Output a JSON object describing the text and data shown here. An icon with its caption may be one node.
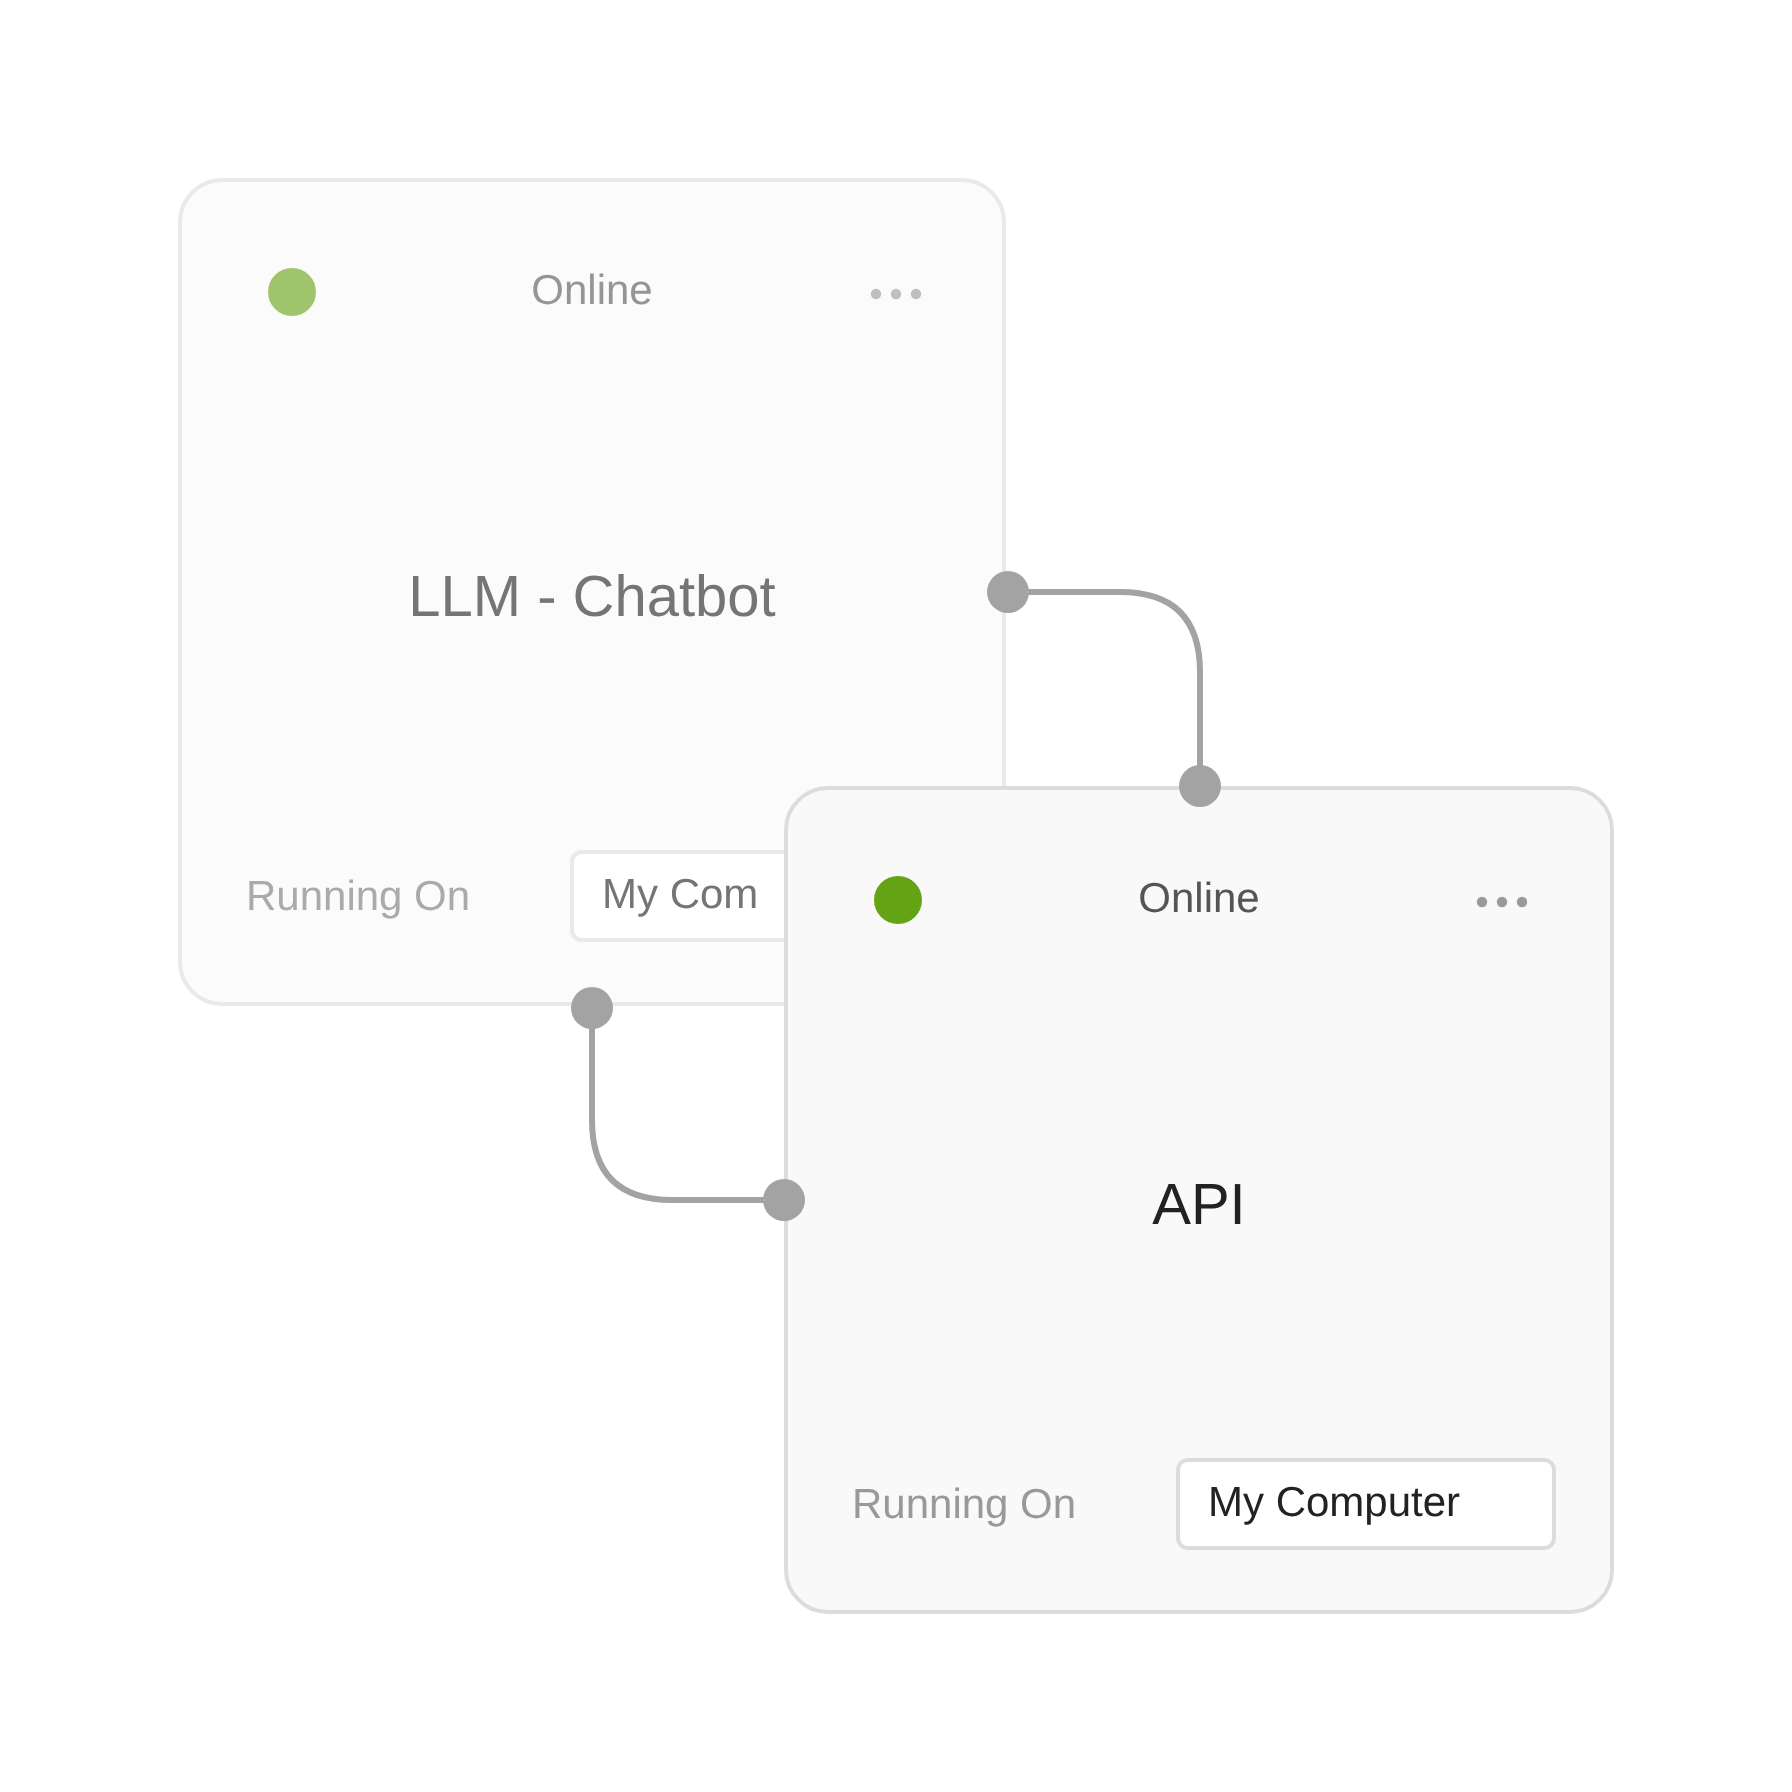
{
  "diagram": {
    "nodes": [
      {
        "text": [
          "Online",
          "LLM - Chatbot",
          "Running On"
        ]
      },
      {
        "text": [
          "My Com"
        ],
        "in": 0
      },
      {
        "text": [
          "Online",
          "API",
          "Running On"
        ]
      },
      {
        "text": [
          "My Computer"
        ],
        "in": 2
      }
    ],
    "edges": [
      {
        "from": 0,
        "to": 2,
        "arrow": "other"
      },
      {
        "from": 0,
        "to": 2,
        "arrow": "other"
      }
    ]
  }
}
